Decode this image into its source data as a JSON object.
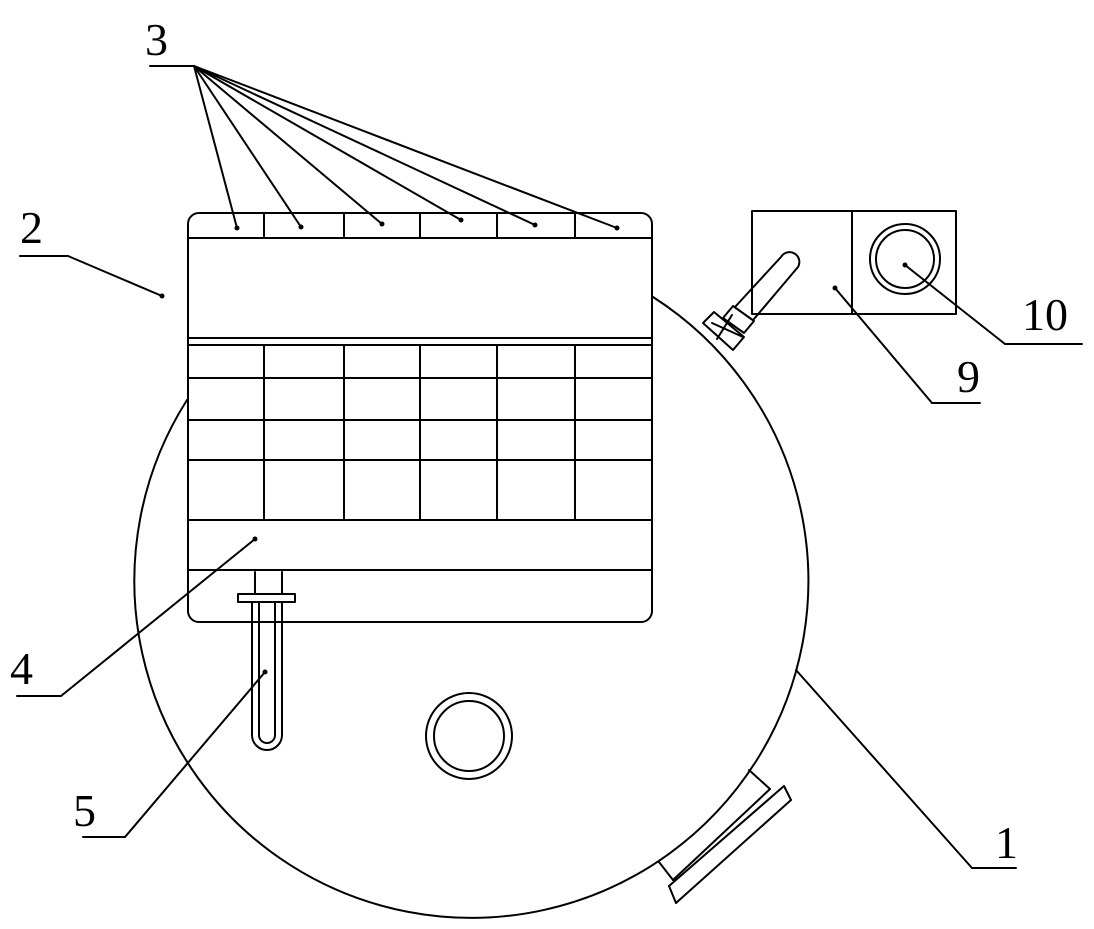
{
  "labels": {
    "l1": "1",
    "l2": "2",
    "l3": "3",
    "l4": "4",
    "l5": "5",
    "l9": "9",
    "l10": "10"
  },
  "colors": {
    "stroke": "#000000",
    "background": "#ffffff"
  }
}
